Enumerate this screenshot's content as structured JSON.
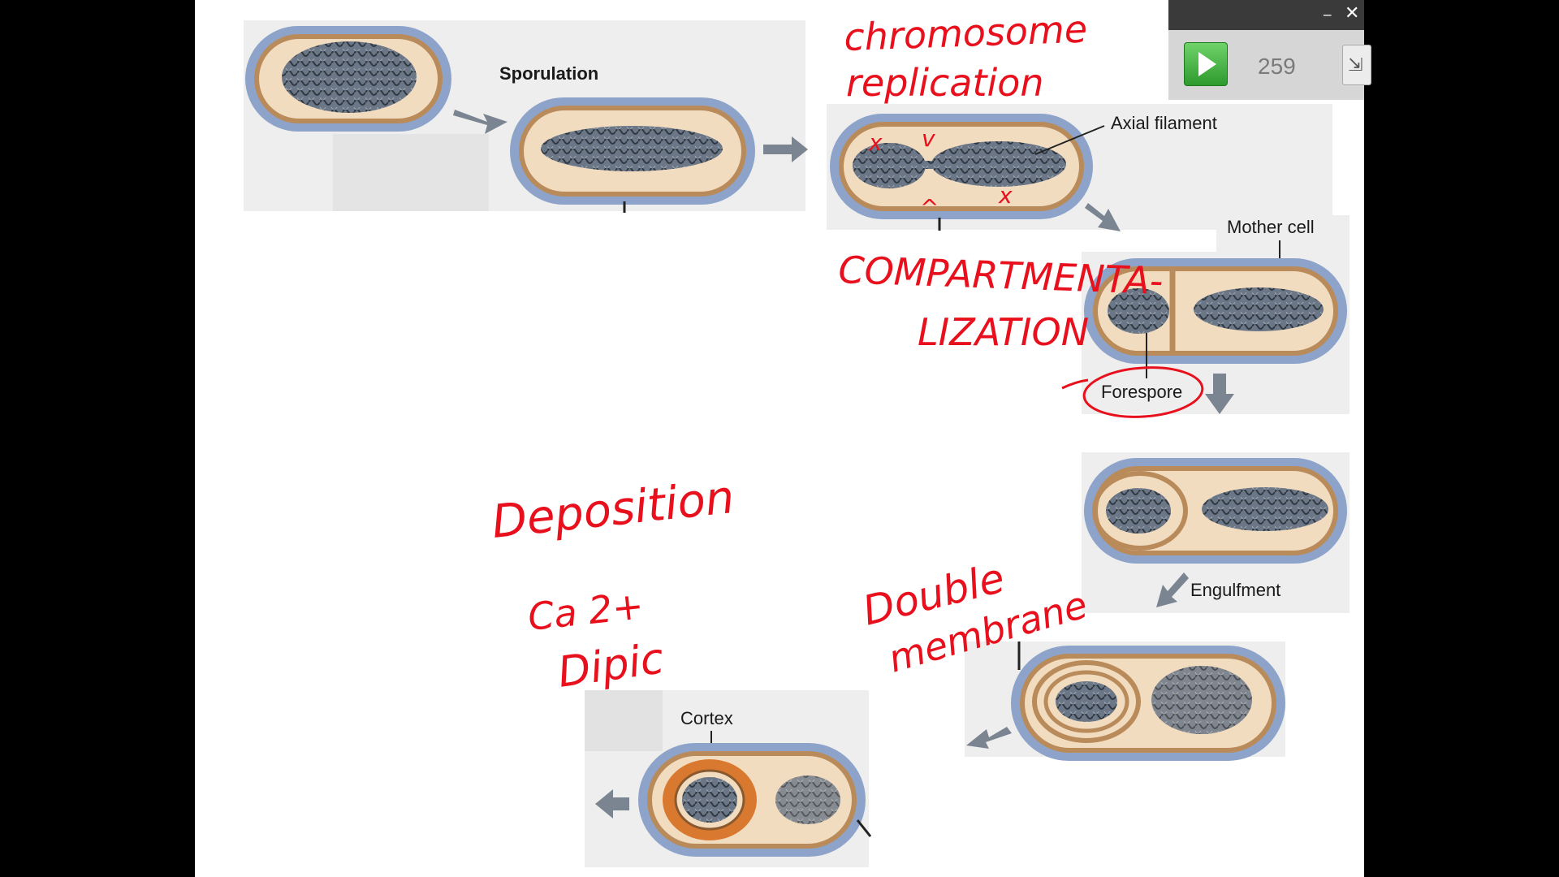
{
  "diagram": {
    "labels": {
      "sporulation": "Sporulation",
      "axial_filament": "Axial filament",
      "mother_cell": "Mother cell",
      "forespore": "Forespore",
      "engulfment": "Engulfment",
      "cortex": "Cortex"
    },
    "annotations": {
      "chromosome": "chromosome",
      "replication": "replication",
      "compartmenta": "COMPARTMENTA-",
      "lization": "LIZATION",
      "deposition": "Deposition",
      "ca": "Ca 2+",
      "dipic": "Dipic",
      "double": "Double",
      "membrane": "membrane"
    },
    "colors": {
      "ink": "#e8101c",
      "wall_outer": "#8da3c9",
      "wall_inner": "#b98b5a",
      "cytoplasm": "#f2dcc0",
      "dna": "#4b5663",
      "cortex": "#d9792f",
      "panel": "#eeeeee"
    }
  },
  "player": {
    "frame_count": "259",
    "minimize_icon": "minimize-icon",
    "close_icon": "close-icon",
    "play_icon": "play-icon",
    "resize_icon": "resize-icon"
  }
}
